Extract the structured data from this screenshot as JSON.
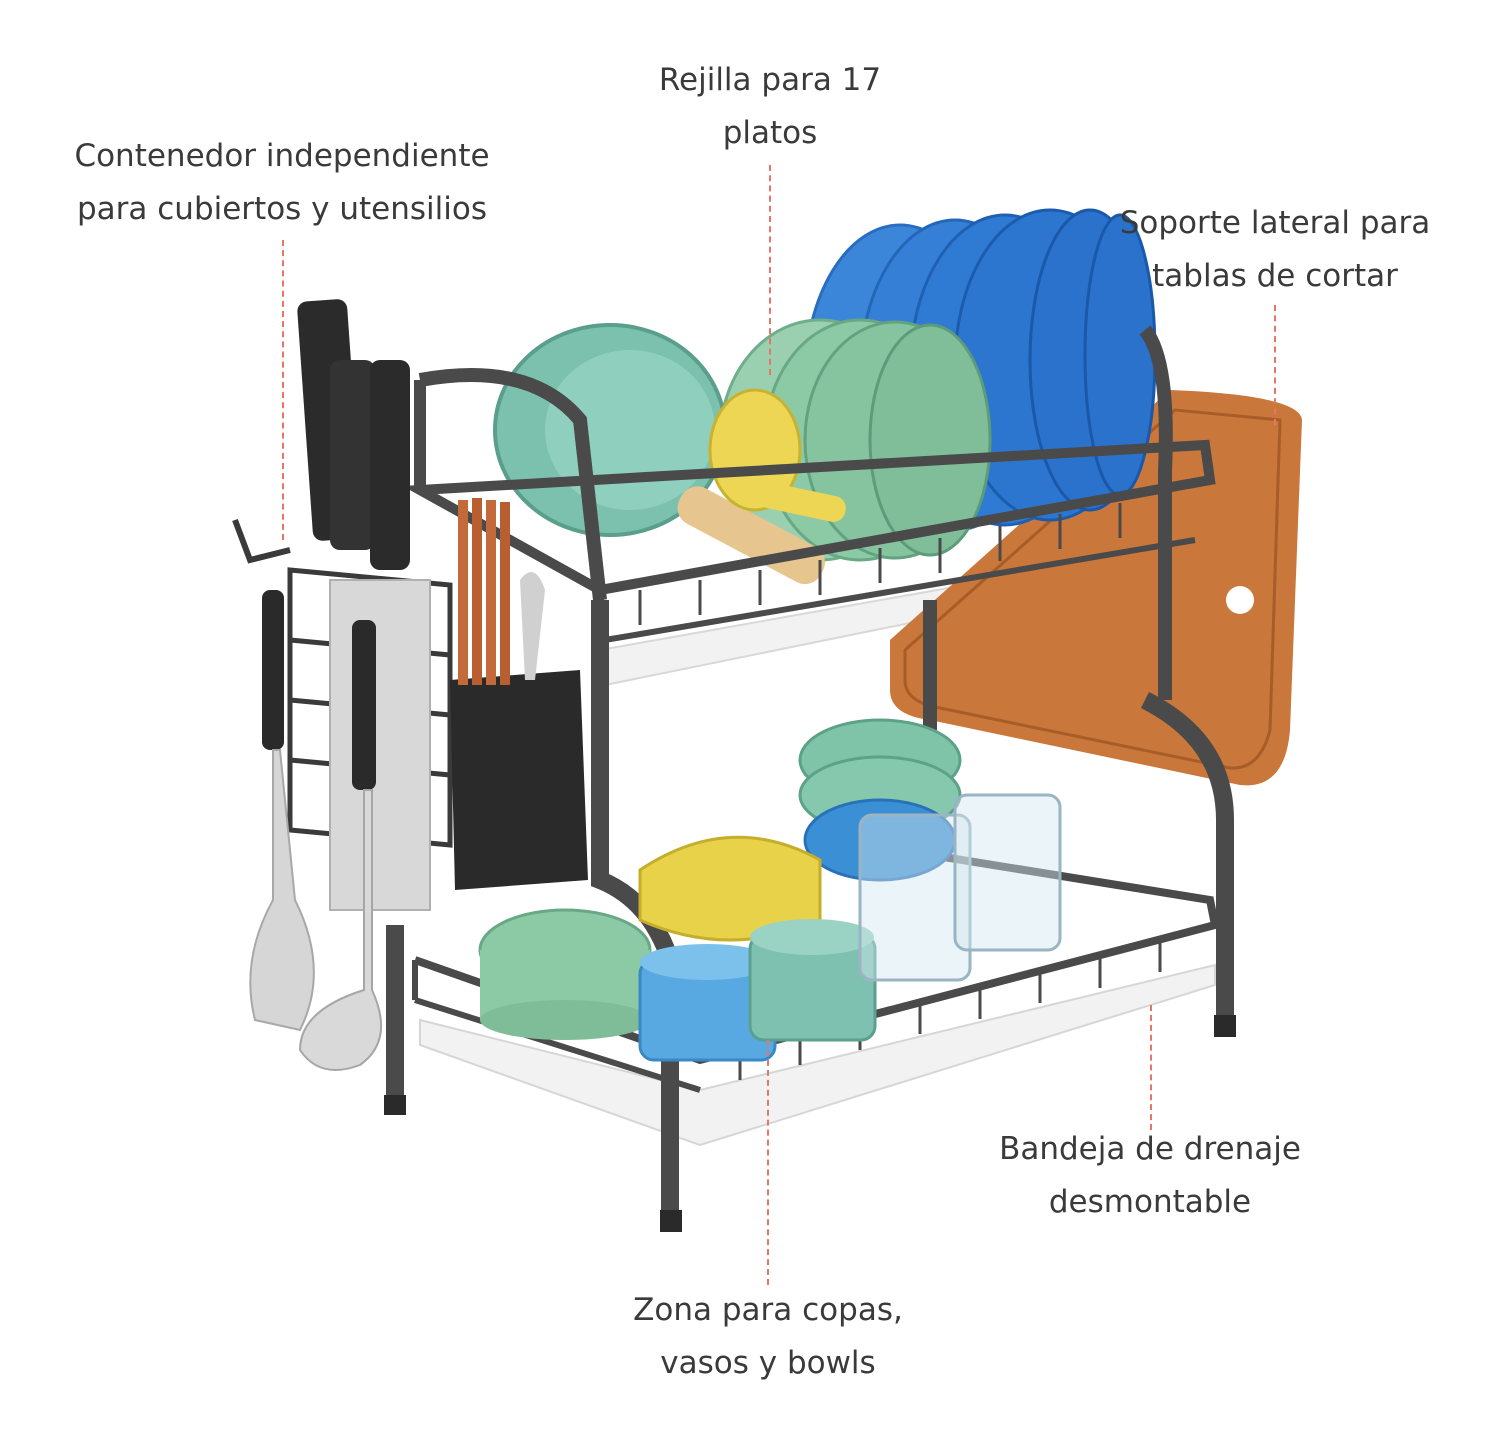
{
  "callouts": {
    "utensil_holder": {
      "line1": "Contenedor independiente",
      "line2": "para cubiertos y utensilios"
    },
    "plate_rack": {
      "line1": "Rejilla para 17",
      "line2": "platos"
    },
    "side_support": {
      "line1": "Soporte lateral para",
      "line2": "tablas de cortar"
    },
    "drain_tray": {
      "line1": "Bandeja de drenaje",
      "line2": "desmontable"
    },
    "glass_zone": {
      "line1": "Zona para copas,",
      "line2": "vasos y bowls"
    }
  },
  "colors": {
    "text": "#3a3a3a",
    "leader_line": "#e8746a",
    "rack_frame": "#4a4a4a",
    "plate_blue": "#2f7fd6",
    "plate_green": "#8cc9a6",
    "bowl_teal": "#7ec1b0",
    "yellow": "#e8d24a",
    "cutting_board": "#c9773a",
    "tray_white": "#f2f2f2"
  }
}
